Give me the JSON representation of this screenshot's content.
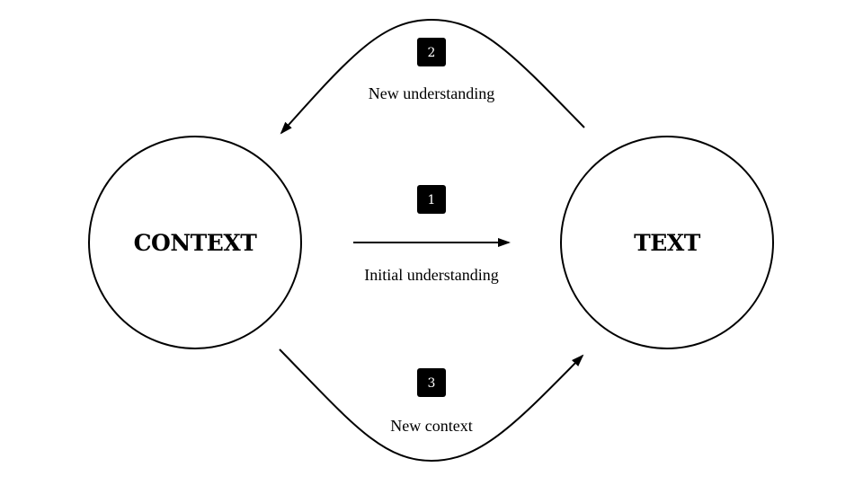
{
  "nodes": {
    "context": {
      "label": "CONTEXT"
    },
    "text": {
      "label": "TEXT"
    }
  },
  "steps": [
    {
      "number": "1",
      "label": "Initial understanding"
    },
    {
      "number": "2",
      "label": "New understanding"
    },
    {
      "number": "3",
      "label": "New context"
    }
  ],
  "colors": {
    "stroke": "#000000",
    "badge_fill": "#000000",
    "badge_text": "#ffffff",
    "background": "#ffffff"
  }
}
